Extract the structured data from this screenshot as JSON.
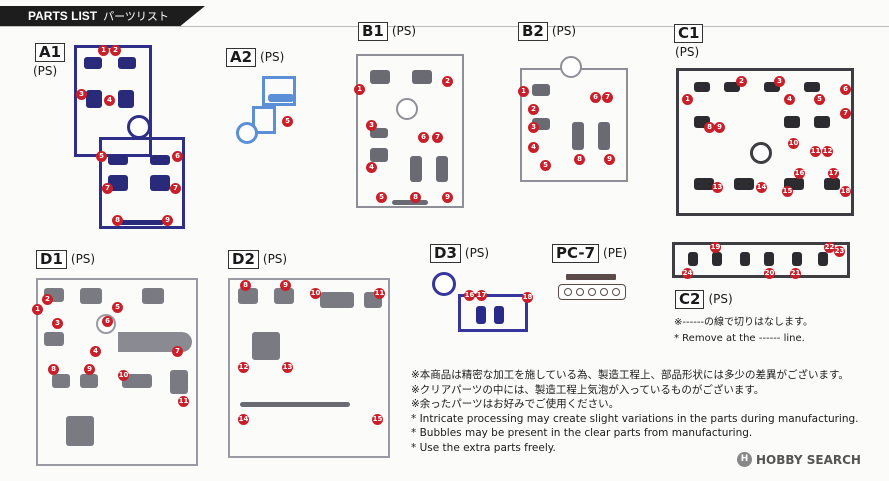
{
  "header": {
    "title": "PARTS LIST",
    "title_jp": "パーツリスト"
  },
  "runners": [
    {
      "code": "A1",
      "material": "(PS)",
      "color": "#2f2f8a"
    },
    {
      "code": "A2",
      "material": "(PS)",
      "color": "#5b8fd6"
    },
    {
      "code": "B1",
      "material": "(PS)",
      "color": "#8f8f97"
    },
    {
      "code": "B2",
      "material": "(PS)",
      "color": "#8f8f97"
    },
    {
      "code": "C1",
      "material": "(PS)",
      "color": "#3d3d42"
    },
    {
      "code": "C2",
      "material": "(PS)",
      "color": "#3d3d42"
    },
    {
      "code": "D1",
      "material": "(PS)",
      "color": "#9a9aa2"
    },
    {
      "code": "D2",
      "material": "(PS)",
      "color": "#9a9aa2"
    },
    {
      "code": "D3",
      "material": "(PS)",
      "color": "#35359c"
    },
    {
      "code": "PC-7",
      "material": "(PE)",
      "color": "#5a4a4a"
    }
  ],
  "cut_note": {
    "jp": "※------の線で切りはなします。",
    "en": "* Remove at the ------ line."
  },
  "notes": [
    "※本商品は精密な加工を施している為、製造工程上、部品形状には多少の差異がございます。",
    "※クリアパーツの中には、製造工程上気泡が入っているものがございます。",
    "※余ったパーツはお好みでご使用ください。",
    "* Intricate processing may create slight variations in the parts during manufacturing.",
    "* Bubbles may be present in the clear parts from manufacturing.",
    "* Use the extra parts freely."
  ],
  "watermark": "HOBBY SEARCH",
  "part_numbers": {
    "A1": [
      "1",
      "2",
      "3",
      "4",
      "5",
      "6",
      "7",
      "8",
      "9"
    ],
    "A2": [
      "5"
    ],
    "B1": [
      "1",
      "2",
      "3",
      "4",
      "5",
      "6",
      "7",
      "8",
      "9"
    ],
    "B2": [
      "1",
      "2",
      "3",
      "4",
      "5",
      "6",
      "7",
      "8",
      "9"
    ],
    "C1": [
      "1",
      "2",
      "3",
      "4",
      "5",
      "6",
      "7",
      "8",
      "9",
      "10",
      "11",
      "12",
      "13",
      "14",
      "15",
      "16",
      "17",
      "18"
    ],
    "C2": [
      "19",
      "20",
      "21",
      "22",
      "23",
      "24"
    ],
    "D1": [
      "1",
      "2",
      "3",
      "4",
      "5",
      "6",
      "7",
      "8",
      "9",
      "10",
      "11"
    ],
    "D2": [
      "8",
      "9",
      "10",
      "11",
      "12",
      "13",
      "14",
      "15"
    ],
    "D3": [
      "16",
      "17",
      "18"
    ]
  }
}
